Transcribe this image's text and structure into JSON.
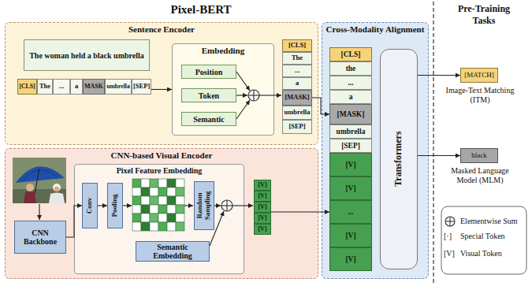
{
  "diagram": {
    "title": "Pixel-BERT",
    "nodes": [
      {
        "text": [
          "Sentence Encoder"
        ]
      },
      {
        "text": [
          "The woman held a black umbrella"
        ],
        "in": 0
      },
      {
        "text": [
          "[CLS]"
        ],
        "in": 0
      },
      {
        "text": [
          "The"
        ],
        "in": 0
      },
      {
        "text": [
          "..."
        ],
        "in": 0
      },
      {
        "text": [
          "a"
        ],
        "in": 0
      },
      {
        "text": [
          "MASK"
        ],
        "in": 0
      },
      {
        "text": [
          "umbrella"
        ],
        "in": 0
      },
      {
        "text": [
          "[SEP]"
        ],
        "in": 0
      },
      {
        "text": [
          "Embedding"
        ],
        "in": 0
      },
      {
        "text": [
          "Position"
        ],
        "in": 9
      },
      {
        "text": [
          "Token"
        ],
        "in": 9
      },
      {
        "text": [
          "Semantic"
        ],
        "in": 9
      },
      {
        "text": [
          "[CLS]"
        ],
        "in": 0
      },
      {
        "text": [
          "The"
        ],
        "in": 0
      },
      {
        "text": [
          "..."
        ],
        "in": 0
      },
      {
        "text": [
          "a"
        ],
        "in": 0
      },
      {
        "text": [
          "[MASK]"
        ],
        "in": 0
      },
      {
        "text": [
          "umbrella"
        ],
        "in": 0
      },
      {
        "text": [
          "[SEP]"
        ],
        "in": 0
      },
      {
        "text": [
          "CNN-based Visual Encoder"
        ]
      },
      {
        "text": [
          "CNN Backbone"
        ],
        "in": 20
      },
      {
        "text": [
          "Pixel Feature Embedding"
        ],
        "in": 20
      },
      {
        "text": [
          "Conv"
        ],
        "in": 22
      },
      {
        "text": [
          "Pooling"
        ],
        "in": 22
      },
      {
        "text": [
          "Random Sampling"
        ],
        "in": 22
      },
      {
        "text": [
          "Semantic Embedding"
        ],
        "in": 22
      },
      {
        "text": [
          "[V]"
        ],
        "in": 20
      },
      {
        "text": [
          "[V]"
        ],
        "in": 20
      },
      {
        "text": [
          "[V]"
        ],
        "in": 20
      },
      {
        "text": [
          "[V]"
        ],
        "in": 20
      },
      {
        "text": [
          "[V]"
        ],
        "in": 20
      },
      {
        "text": [
          "Cross-Modality Alignment"
        ]
      },
      {
        "text": [
          "[CLS]"
        ],
        "in": 32
      },
      {
        "text": [
          "the"
        ],
        "in": 32
      },
      {
        "text": [
          "..."
        ],
        "in": 32
      },
      {
        "text": [
          "a"
        ],
        "in": 32
      },
      {
        "text": [
          "[MASK]"
        ],
        "in": 32
      },
      {
        "text": [
          "umbrella"
        ],
        "in": 32
      },
      {
        "text": [
          "[SEP]"
        ],
        "in": 32
      },
      {
        "text": [
          "[V]"
        ],
        "in": 32
      },
      {
        "text": [
          "[V]"
        ],
        "in": 32
      },
      {
        "text": [
          "..."
        ],
        "in": 32
      },
      {
        "text": [
          "[V]"
        ],
        "in": 32
      },
      {
        "text": [
          "[V]"
        ],
        "in": 32
      },
      {
        "text": [
          "Transformers"
        ],
        "in": 32
      },
      {
        "text": [
          "[MATCH]",
          "Image-Text Matching (ITM)"
        ]
      },
      {
        "text": [
          "black",
          "Masked Language Model (MLM)"
        ]
      }
    ],
    "edges": [
      {
        "from": 8,
        "to": 9,
        "arrow": "to"
      },
      {
        "from": 17,
        "to": 37,
        "arrow": "to"
      },
      {
        "from": 29,
        "to": 42,
        "arrow": "to"
      },
      {
        "from": 21,
        "to": 23,
        "arrow": "to"
      },
      {
        "from": 23,
        "to": 24,
        "arrow": "to"
      },
      {
        "from": 45,
        "to": 46,
        "arrow": "to"
      },
      {
        "from": 45,
        "to": 47,
        "arrow": "to"
      }
    ],
    "labels": [
      "Pre-Training Tasks",
      "[·]",
      "[V]"
    ],
    "legend": [
      {
        "text": "Elementwise Sum"
      },
      {
        "text": "Special Token"
      },
      {
        "text": "Visual Token"
      }
    ]
  }
}
